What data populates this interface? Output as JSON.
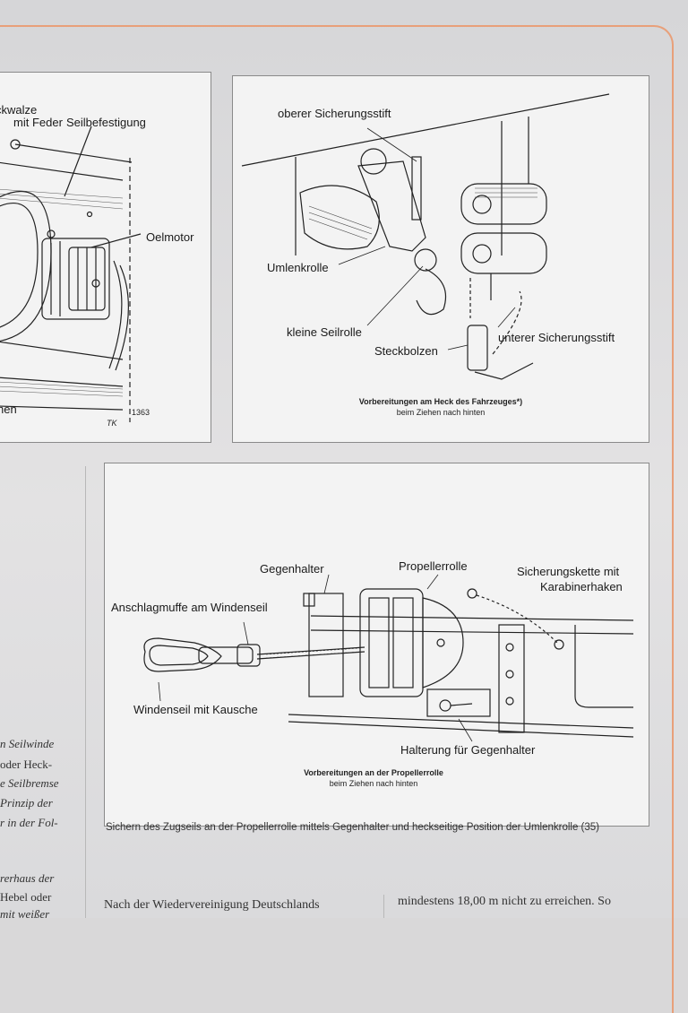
{
  "left_figure": {
    "labels": {
      "drum_spring": [
        "ckwalze",
        "mit Feder"
      ],
      "rope_fixing": "Seilbefestigung",
      "oil_motor": "Oelmotor",
      "bottom_fragment": "hen",
      "figure_number": "1363",
      "signature": "TK"
    }
  },
  "right_figure": {
    "labels": {
      "upper_pin": "oberer Sicherungsstift",
      "pulley": "Umlenkrolle",
      "small_pulley": "kleine Seilrolle",
      "plug_bolt": "Steckbolzen",
      "lower_pin": "unterer Sicherungsstift"
    },
    "caption_bold": "Vorbereitungen am Heck des Fahrzeuges*)",
    "caption_regular": "beim Ziehen nach hinten"
  },
  "bottom_figure": {
    "labels": {
      "counter_holder": "Gegenhalter",
      "propeller_roller": "Propellerrolle",
      "safety_chain": [
        "Sicherungskette mit",
        "Karabinerhaken"
      ],
      "stop_sleeve": "Anschlagmuffe am Windenseil",
      "winch_rope": "Windenseil mit Kausche",
      "holder_mount": "Halterung für Gegenhalter"
    },
    "caption_bold": "Vorbereitungen an der Propellerrolle",
    "caption_regular": "beim Ziehen nach hinten"
  },
  "figure_caption": "Sichern des Zugseils an der Propellerrolle mittels Gegenhalter und heckseitige Position der Umlenkrolle (35)",
  "left_column_text": [
    {
      "text": "n Seilwinde",
      "italic": true
    },
    {
      "text": "oder Heck-",
      "italic": false
    },
    {
      "text": "e Seilbremse",
      "italic": true
    },
    {
      "text": "Prinzip der",
      "italic": true
    },
    {
      "text": "r in der Fol-",
      "italic": true
    },
    {
      "text": "",
      "italic": false
    },
    {
      "text": "rerhaus der",
      "italic": true
    },
    {
      "text": "Hebel oder",
      "italic": false
    },
    {
      "text": "mit weißer",
      "italic": true
    }
  ],
  "body_text": {
    "col1": "Nach der Wiedervereinigung Deutschlands",
    "col2": "mindestens 18,00 m nicht zu erreichen. So"
  },
  "colors": {
    "accent_frame": "#e8a07a",
    "panel_bg": "#f3f3f3",
    "ink": "#1a1a1a"
  }
}
